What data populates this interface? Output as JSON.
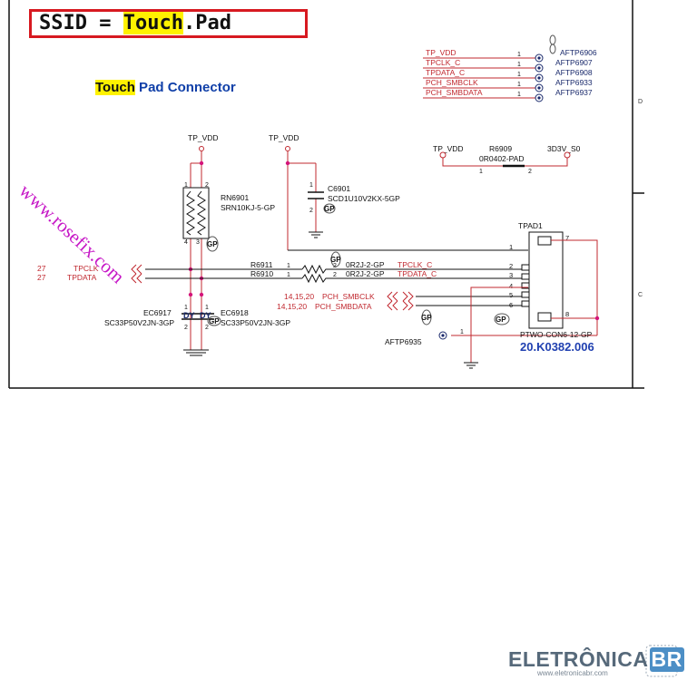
{
  "header": {
    "ssid_prefix": "SSID = ",
    "ssid_highlight": "Touch",
    "ssid_suffix": ".Pad",
    "title_highlight": "Touch",
    "title_rest": " Pad Connector"
  },
  "test_points": [
    {
      "net": "TP_VDD",
      "pin": "1",
      "ref": "AFTP6906"
    },
    {
      "net": "TPCLK_C",
      "pin": "1",
      "ref": "AFTP6907"
    },
    {
      "net": "TPDATA_C",
      "pin": "1",
      "ref": "AFTP6908"
    },
    {
      "net": "PCH_SMBCLK",
      "pin": "1",
      "ref": "AFTP6933"
    },
    {
      "net": "PCH_SMBDATA",
      "pin": "1",
      "ref": "AFTP6937"
    }
  ],
  "r6909": {
    "ref": "R6909",
    "value": "0R0402-PAD",
    "left_net": "TP_VDD",
    "right_net": "3D3V_S0",
    "pin1": "1",
    "pin2": "2"
  },
  "rn6901": {
    "ref": "RN6901",
    "value": "SRN10KJ-5-GP",
    "net": "TP_VDD",
    "pins": [
      "1",
      "2",
      "3",
      "4"
    ]
  },
  "c6901": {
    "ref": "C6901",
    "value": "SCD1U10V2KX-5GP",
    "net": "TP_VDD",
    "pin1": "1",
    "pin2": "2"
  },
  "r6911": {
    "ref": "R6911",
    "value": "0R2J-2-GP",
    "pin1": "1",
    "pin2": "2"
  },
  "r6910": {
    "ref": "R6910",
    "value": "0R2J-2-GP",
    "pin1": "1",
    "pin2": "2"
  },
  "left_nets": {
    "tpclk_page": "27",
    "tpclk": "TPCLK",
    "tpdata_page": "27",
    "tpdata": "TPDATA"
  },
  "conn_nets": {
    "tpclk_c": "TPCLK_C",
    "tpdata_c": "TPDATA_C",
    "smbclk_pages": "14,15,20",
    "smbclk": "PCH_SMBCLK",
    "smbdata_pages": "14,15,20",
    "smbdata": "PCH_SMBDATA"
  },
  "ec6917": {
    "ref": "EC6917",
    "value": "SC33P50V2JN-3GP",
    "pin1": "1",
    "pin2": "2"
  },
  "ec6918": {
    "ref": "EC6918",
    "value": "SC33P50V2JN-3GP",
    "pin1": "1",
    "pin2": "2"
  },
  "dy_marks": [
    "DY",
    "DY"
  ],
  "aftp6935": {
    "ref": "AFTP6935",
    "pin": "1"
  },
  "tpad1": {
    "ref": "TPAD1",
    "part": "PTWO-CON6-12-GP",
    "part_number": "20.K0382.006",
    "pins": [
      "1",
      "2",
      "3",
      "4",
      "5",
      "6"
    ],
    "mount_pins": [
      "7",
      "8"
    ]
  },
  "gp_marks": [
    "GP",
    "GP",
    "GP",
    "GP",
    "GP",
    "GP"
  ],
  "border": {
    "zone_d": "D",
    "zone_c": "C"
  },
  "watermark": "www.rosefix.com",
  "logo": {
    "name": "ELETRÔNICA",
    "br": "BR",
    "url": "www.eletronicabr.com"
  },
  "colors": {
    "wire": "#111111",
    "net_red": "#c0282f",
    "ref_blue": "#1a2a6c",
    "part_blue": "#1f3fb0",
    "junction": "#d4147a",
    "watermark": "#c616c6",
    "ssid_border": "#d71920",
    "highlight": "#fff200"
  }
}
